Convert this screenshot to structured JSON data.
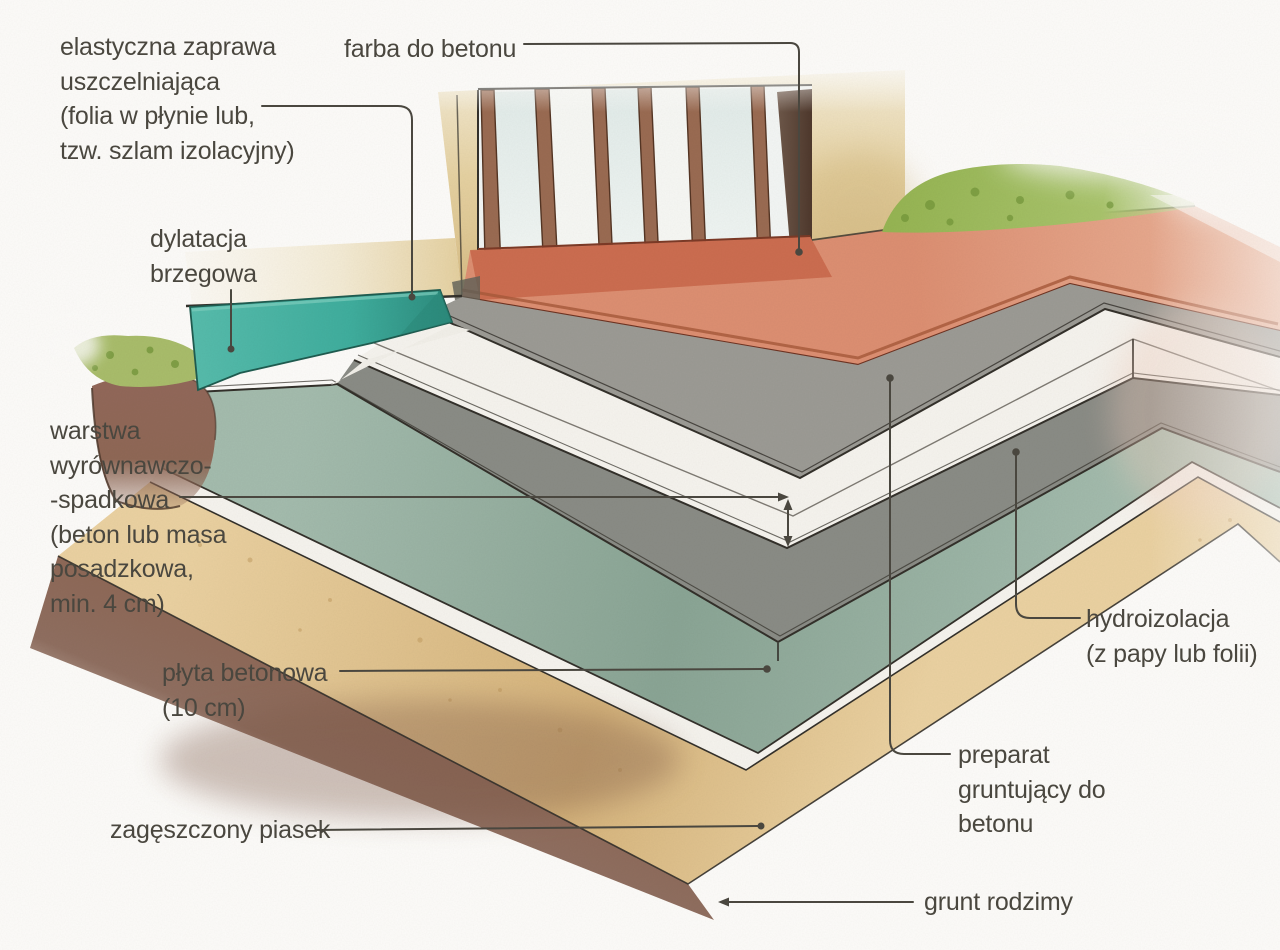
{
  "figure": {
    "kind": "technical watercolor illustration",
    "subject": "Przekrój warstw tarasu przy drzwiach balkonowych (terrace construction layers, exploded view)",
    "language": "pl"
  },
  "labels": {
    "elastyczna": {
      "lines": [
        "elastyczna zaprawa",
        "uszczelniająca",
        "(folia w płynie lub,",
        "tzw. szlam izolacyjny)"
      ]
    },
    "farba": {
      "text": "farba do betonu"
    },
    "dylatacja": {
      "lines": [
        "dylatacja",
        "brzegowa"
      ]
    },
    "warstwa": {
      "lines": [
        "warstwa",
        "wyrównawczo-",
        "-spadkowa",
        "(beton lub masa",
        "posadzkowa,",
        "min. 4 cm)"
      ]
    },
    "plyta": {
      "lines": [
        "płyta betonowa",
        "(10 cm)"
      ]
    },
    "piasek": {
      "text": "zagęszczony piasek"
    },
    "hydroizolacja": {
      "lines": [
        "hydroizolacja",
        "(z papy lub folii)"
      ]
    },
    "preparat": {
      "lines": [
        "preparat",
        "gruntujący do",
        "betonu"
      ]
    },
    "grunt": {
      "text": "grunt rodzimy"
    }
  },
  "colors": {
    "page": "#fdfcfa",
    "ink": "#4a473f",
    "outline": "#33302a",
    "wall": "#e6d2a2",
    "wallLight": "#f4ecd6",
    "wallDeep": "#d8bd85",
    "doorFrame": "#9a6b52",
    "doorFrameDark": "#543523",
    "glass": "#e2ecea",
    "sill": "#c9674a",
    "floorRed": "#dd8f72",
    "floorRedLight": "#ecb59b",
    "floorEdge": "#7c3a26",
    "layerPrimer": "#9c9b95",
    "layerWhite": "#f6f4ef",
    "layerHydro": "#8a8c86",
    "layerSlab": "#a4bcae",
    "layerSlabDeep": "#8aa595",
    "expansionStrip": "#3fae9e",
    "expansionStripDark": "#2b8a7c",
    "sand": "#ebd2a2",
    "sandDeep": "#d6b47c",
    "soil": "#8f6856",
    "soilDark": "#5f4234",
    "bush": "#96b553",
    "bushDark": "#6f9336"
  }
}
